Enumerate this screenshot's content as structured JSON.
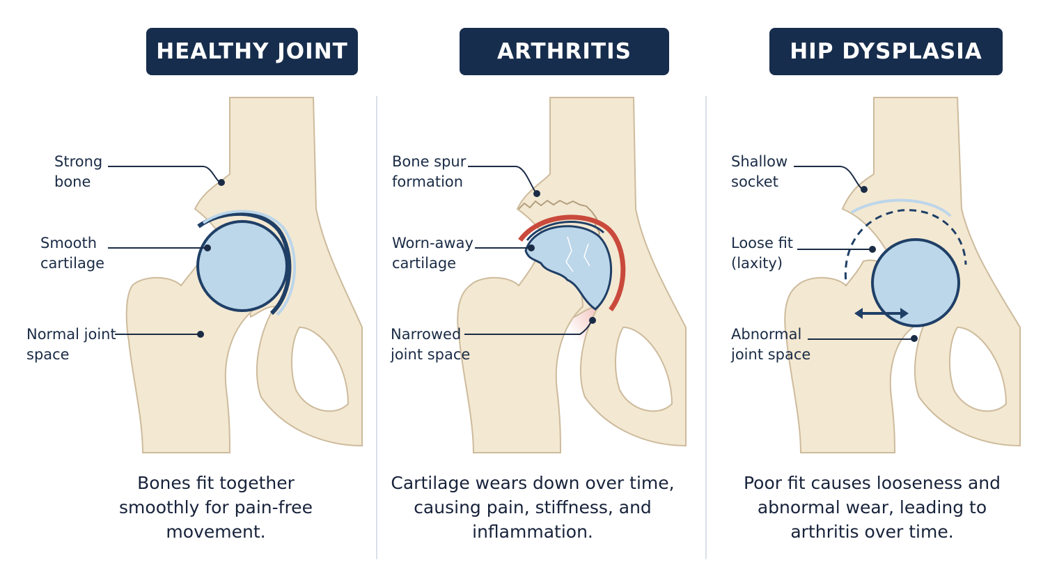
{
  "panels": [
    {
      "title": "HEALTHY JOINT",
      "labels": [
        "Strong\nbone",
        "Smooth\ncartilage",
        "Normal joint\nspace"
      ],
      "caption": "Bones fit together\nsmoothly for pain-free\nmovement."
    },
    {
      "title": "ARTHRITIS",
      "labels": [
        "Bone spur\nformation",
        "Worn-away\ncartilage",
        "Narrowed\njoint space"
      ],
      "caption": "Cartilage wears down over time,\ncausing pain, stiffness, and\ninflammation."
    },
    {
      "title": "HIP DYSPLASIA",
      "labels": [
        "Shallow\nsocket",
        "Loose fit\n(laxity)",
        "Abnormal\njoint space"
      ],
      "caption": "Poor fit causes looseness and\nabnormal wear, leading to\narthritis over time."
    }
  ],
  "colors": {
    "header_bg": "#172d4d",
    "bone": "#f3e8d2",
    "bone_outline": "#cdbb9c",
    "cartilage": "#bcd6ea",
    "cartilage_outline": "#1f3f66",
    "inflammation": "#c94a3c",
    "leader_line": "#1a2b45"
  },
  "icons": [
    "leader-dot",
    "double-arrow-icon"
  ]
}
